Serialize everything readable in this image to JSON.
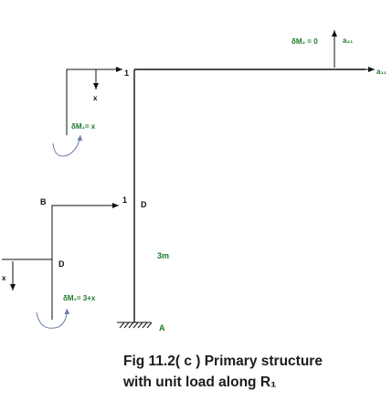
{
  "labels": {
    "dM_top": "δM₂ = 0",
    "a21": "a₂₁",
    "a11": "a₁₁",
    "one_top": "1",
    "x_top": "x",
    "dM_upper": "δM₁= x",
    "B": "B",
    "one_mid": "1",
    "D_right": "D",
    "three_m": "3m",
    "D_left": "D",
    "x_left": "x",
    "dM_lower": "δM₁= 3+x",
    "A": "A"
  },
  "caption": {
    "line1": "Fig  11.2( c ) Primary structure",
    "line2": "with unit load along R₁"
  },
  "colors": {
    "label_green": "#1a7a2a",
    "line": "#111111",
    "moment_arrow": "#6a7fa8"
  }
}
